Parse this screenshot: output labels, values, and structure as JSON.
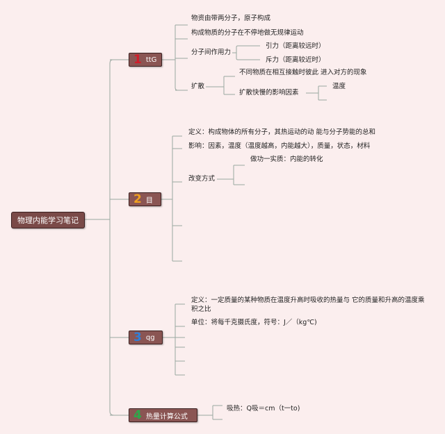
{
  "root": {
    "label": "物理内能学习笔记"
  },
  "topics": [
    {
      "number": "1",
      "number_color": "#d21c2a",
      "label": "ttG"
    },
    {
      "number": "2",
      "number_color": "#f0a020",
      "label": "目"
    },
    {
      "number": "3",
      "number_color": "#2f7fd8",
      "label": "qg"
    },
    {
      "number": "4",
      "number_color": "#2ea84a",
      "label": "热量计算公式"
    }
  ],
  "branch1": {
    "item1": "物资由带两分子，原子构成",
    "item2": "构成物质的分子在不停地做无规律运动",
    "item3": "分子间作用力",
    "item3_sub1": "引力（距离较远时）",
    "item3_sub2": "斥力（距离较近时）",
    "item4": "扩散",
    "item4_sub1": "不同物质在相互接触时彼此 进入对方的现象",
    "item4_sub2": "扩散快慢的影响因素",
    "item4_sub2_child": "温度"
  },
  "branch2": {
    "item1": "定义：构成物体的所有分子，其热运动的动 能与分子势能的总和",
    "item2": "影响：因素，温度（温度越高，内能越大），质量，状态，材料",
    "item3": "改变方式",
    "item3_sub1": "做功一实质：内能的转化"
  },
  "branch3": {
    "item1_line1": "定义：一定质量的某种物质在温度升高时吸收的热量与 它的质量和升高的温度乘",
    "item1_line2": "积之比",
    "item2": "单位：将每千克摄氏度，符号：J／（kg℃)"
  },
  "branch4": {
    "item1": "吸热：Q吸＝cm（t一to)"
  },
  "colors": {
    "background": "#fbeeee",
    "node_fill": "#8a5553",
    "connector": "#9aa8a0"
  }
}
